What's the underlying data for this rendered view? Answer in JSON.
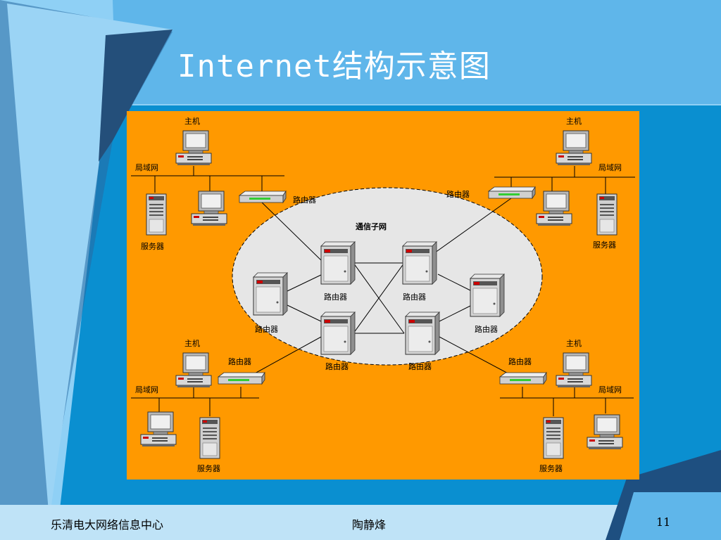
{
  "slide": {
    "title": "Internet结构示意图",
    "page_number": "11"
  },
  "footer": {
    "left": "乐清电大网络信息中心",
    "center": "陶静烽"
  },
  "diagram": {
    "subnet_label": "通信子网",
    "host_label": "主机",
    "lan_label": "局域网",
    "server_label": "服务器",
    "router_label": "路由器"
  },
  "colors": {
    "background_blue": "#0a8fd0",
    "light_blue": "#7fc6f0",
    "dark_navy": "#1a4a7a",
    "diagram_orange": "#ff9900",
    "subnet_ellipse": "#e6e6e6"
  }
}
